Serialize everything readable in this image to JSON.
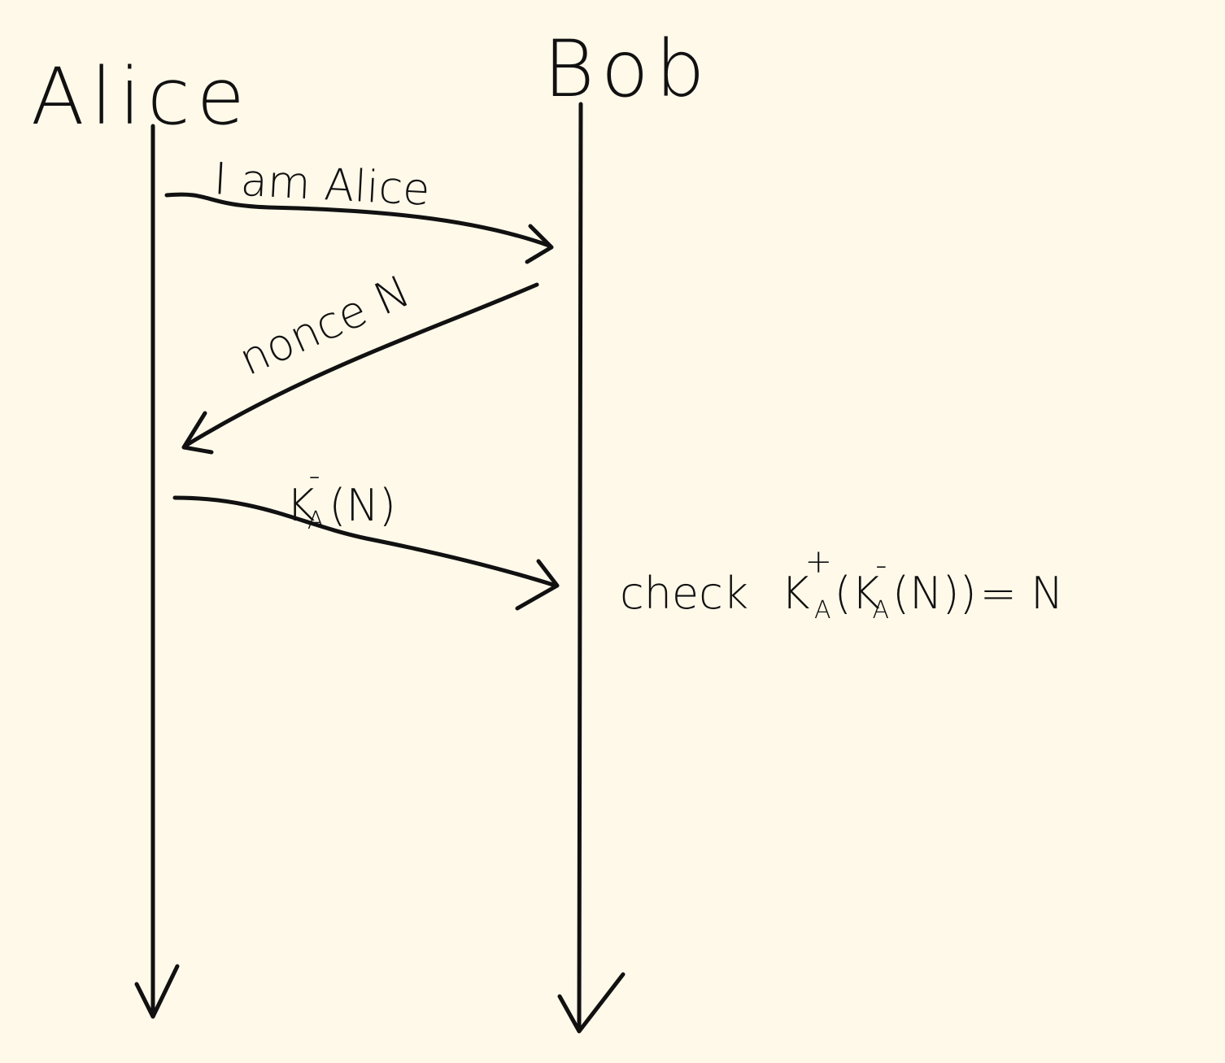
{
  "actors": {
    "left": {
      "name": "Alice"
    },
    "right": {
      "name": "Bob"
    }
  },
  "messages": [
    {
      "label": "I am Alice",
      "from": "Alice",
      "to": "Bob"
    },
    {
      "label": "nonce N",
      "from": "Bob",
      "to": "Alice"
    },
    {
      "label": "K_A^-(N)",
      "parts": {
        "base": "K",
        "sub": "A",
        "sup": "-",
        "arg": "(N)"
      },
      "from": "Alice",
      "to": "Bob"
    }
  ],
  "note": {
    "prefix": "check",
    "base1": "K",
    "sub1": "A",
    "sup1": "+",
    "open": "(",
    "base2": "K",
    "sub2": "A",
    "sup2": "-",
    "arg": "(N)",
    "close": ")",
    "rhs": "= N"
  },
  "colors": {
    "background": "#FFF9EA",
    "ink": "#111111"
  }
}
